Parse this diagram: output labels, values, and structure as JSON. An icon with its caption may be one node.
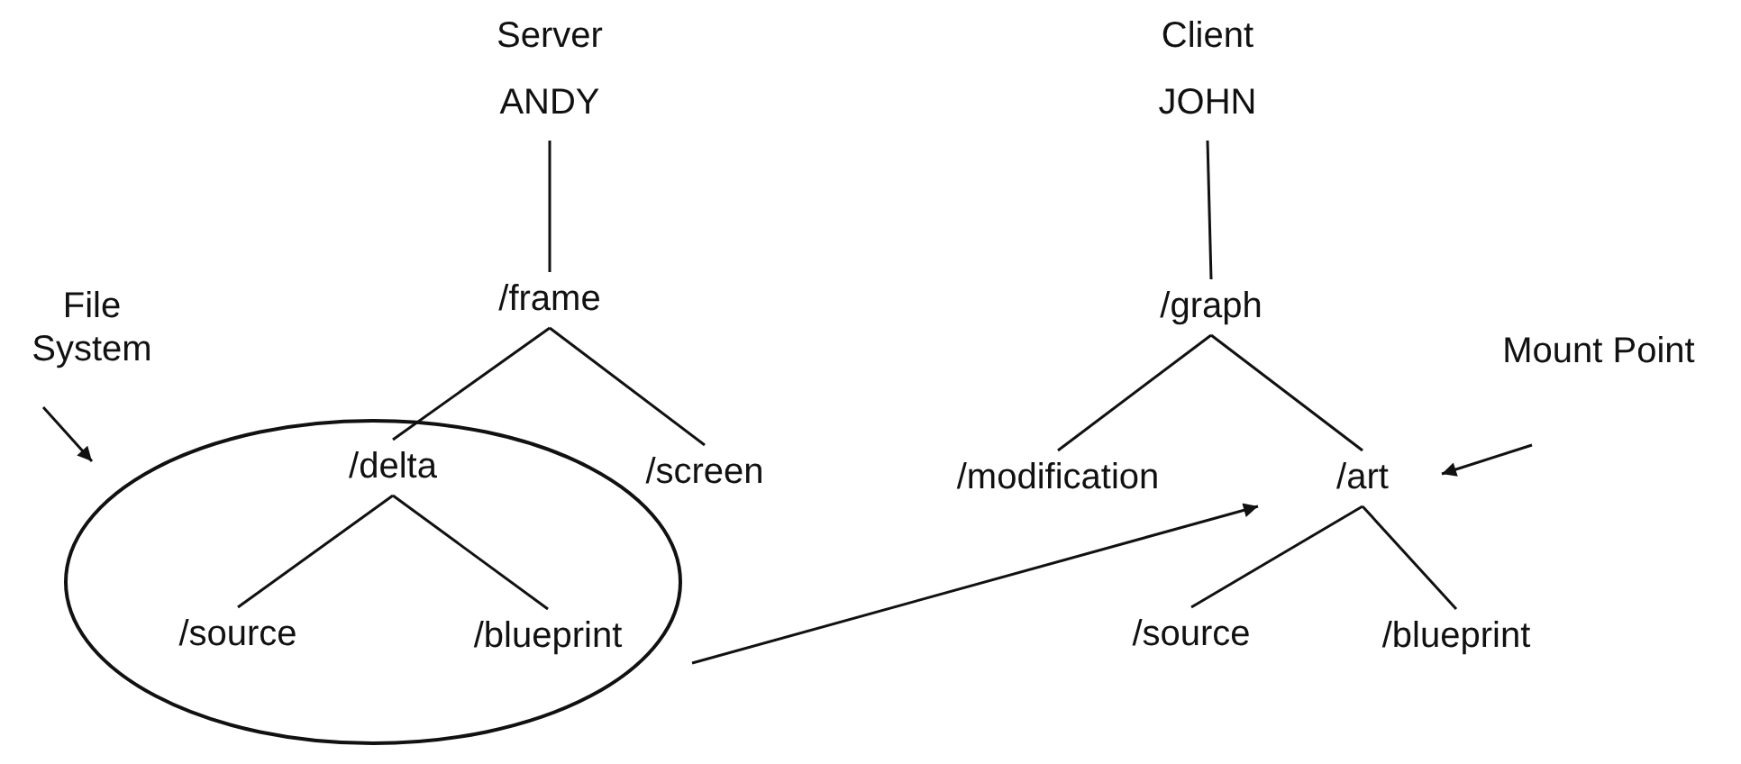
{
  "diagram": {
    "nodes": [
      {
        "text": [
          "Server",
          "ANDY"
        ]
      },
      {
        "text": [
          "Client",
          "JOHN"
        ]
      },
      {
        "text": [
          "/frame"
        ]
      },
      {
        "text": [
          "/graph"
        ]
      },
      {
        "text": [
          "File System"
        ]
      },
      {
        "text": [
          "Mount Point"
        ]
      },
      {
        "text": [],
        "shape": "ellipse"
      },
      {
        "text": [
          "/delta"
        ],
        "in": 6
      },
      {
        "text": [
          "/screen"
        ]
      },
      {
        "text": [
          "/modification"
        ]
      },
      {
        "text": [
          "/art"
        ]
      },
      {
        "text": [
          "/source"
        ],
        "in": 6
      },
      {
        "text": [
          "/blueprint"
        ],
        "in": 6
      },
      {
        "text": [
          "/source"
        ]
      },
      {
        "text": [
          "/blueprint"
        ]
      }
    ],
    "edges": [
      {
        "from": 0,
        "to": 2,
        "arrow": "none"
      },
      {
        "from": 1,
        "to": 3,
        "arrow": "none"
      },
      {
        "from": 2,
        "to": 7,
        "arrow": "none"
      },
      {
        "from": 2,
        "to": 8,
        "arrow": "none"
      },
      {
        "from": 3,
        "to": 9,
        "arrow": "none"
      },
      {
        "from": 3,
        "to": 10,
        "arrow": "none"
      },
      {
        "from": 7,
        "to": 11,
        "arrow": "none"
      },
      {
        "from": 7,
        "to": 12,
        "arrow": "none"
      },
      {
        "from": 10,
        "to": 13,
        "arrow": "none"
      },
      {
        "from": 10,
        "to": 14,
        "arrow": "none"
      },
      {
        "from": 4,
        "to": 6,
        "arrow": "to"
      },
      {
        "from": 5,
        "to": 10,
        "arrow": "to"
      },
      {
        "from": 6,
        "to": 10,
        "arrow": "to"
      }
    ]
  }
}
